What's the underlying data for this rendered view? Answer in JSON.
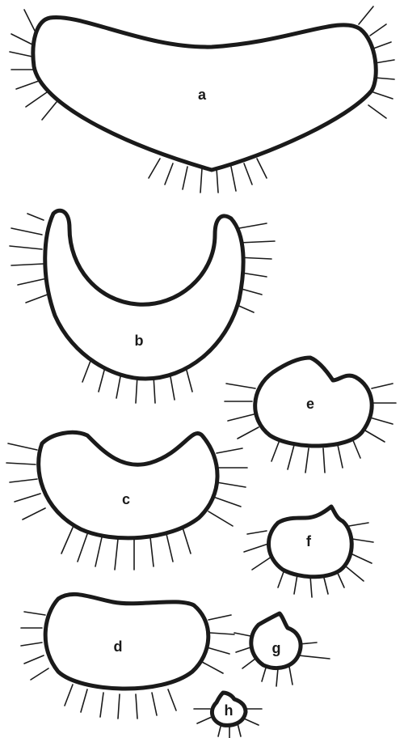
{
  "figures": [
    {
      "id": "a",
      "label": "a"
    },
    {
      "id": "b",
      "label": "b"
    },
    {
      "id": "c",
      "label": "c"
    },
    {
      "id": "d",
      "label": "d"
    },
    {
      "id": "e",
      "label": "e"
    },
    {
      "id": "f",
      "label": "f"
    },
    {
      "id": "g",
      "label": "g"
    },
    {
      "id": "h",
      "label": "h"
    }
  ],
  "colors": {
    "ink": "#1a1a1a",
    "paper": "#ffffff"
  }
}
